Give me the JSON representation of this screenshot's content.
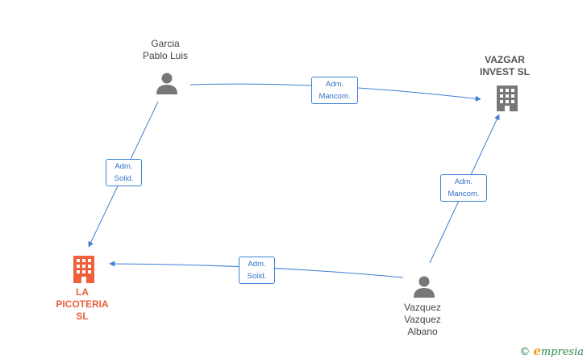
{
  "nodes": {
    "garcia": {
      "label": "Garcia\nPablo Luis"
    },
    "vazgar": {
      "label": "VAZGAR\nINVEST  SL"
    },
    "picoteria": {
      "label": "LA\nPICOTERIA\nSL"
    },
    "vazquez": {
      "label": "Vazquez\nVazquez\nAlbano"
    }
  },
  "edges": {
    "garcia_vazgar": {
      "label": "Adm.\nMancom."
    },
    "garcia_picoteria": {
      "label": "Adm.\nSolid."
    },
    "vazquez_vazgar": {
      "label": "Adm.\nMancom."
    },
    "vazquez_picoteria": {
      "label": "Adm.\nSolid."
    }
  },
  "footer": {
    "copyright": "©",
    "brand_first": "e",
    "brand_rest": "mpresia"
  },
  "colors": {
    "edge": "#3d7fd6",
    "person": "#777777",
    "company": "#777777",
    "company_main": "#f0603a"
  }
}
